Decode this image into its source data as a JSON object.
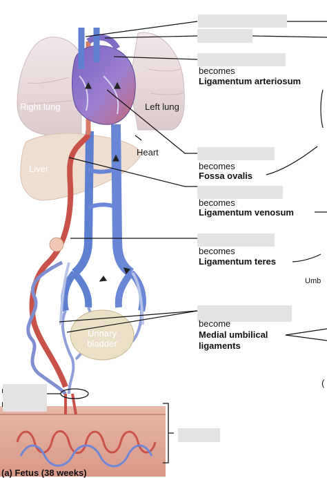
{
  "caption": "(a) Fetus (38 weeks)",
  "organs": {
    "right_lung": "Right lung",
    "left_lung": "Left lung",
    "heart": "Heart",
    "liver": "Liver",
    "urinary_bladder_line1": "Urinary",
    "urinary_bladder_line2": "bladder"
  },
  "structures": [
    {
      "becomes": "becomes",
      "name": "Ligamentum arteriosum"
    },
    {
      "becomes": "becomes",
      "name": "Fossa ovalis"
    },
    {
      "becomes": "becomes",
      "name": "Ligamentum venosum"
    },
    {
      "becomes": "becomes",
      "name": "Ligamentum teres"
    },
    {
      "becomes": "become",
      "name_line1": "Medial umbilical",
      "name_line2": "ligaments"
    }
  ],
  "edge_fragments": {
    "umb": "Umb",
    "paren": "("
  },
  "colors": {
    "artery_red": "#c8524a",
    "vein_blue": "#5f7fd0",
    "mixed_purple": "#8a78c8",
    "lung": "#e9dee0",
    "liver": "#efddd0",
    "bladder": "#eae0c8",
    "mask": "#e3e3e3"
  }
}
